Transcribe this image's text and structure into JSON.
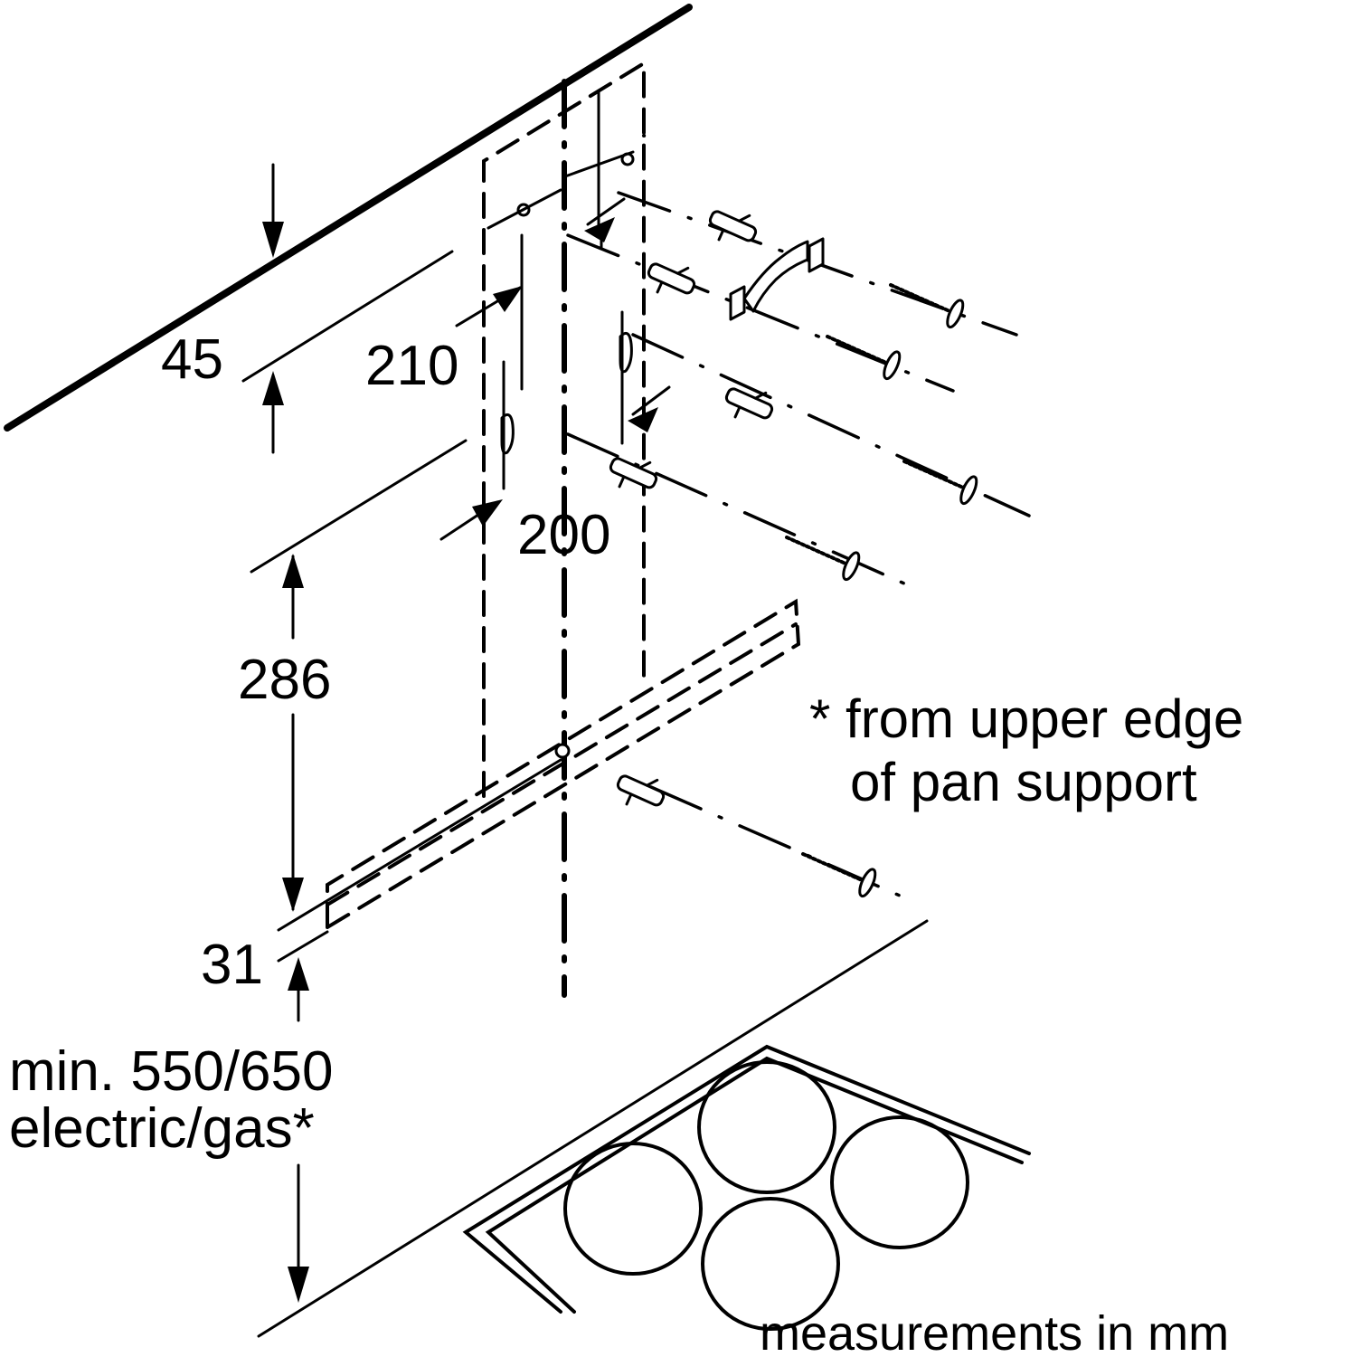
{
  "diagram": {
    "title": "Cooker hood wall mounting dimensions",
    "colors": {
      "line": "#000000",
      "background": "#ffffff"
    },
    "dimensions": {
      "top_offset": "45",
      "bracket_spacing": "210",
      "hole_spacing": "200",
      "vertical_distance": "286",
      "lower_offset": "31"
    },
    "min_height_label": {
      "line1": "min. 550/650",
      "line2": "electric/gas*"
    },
    "footnote": {
      "line1": "* from upper edge",
      "line2": "of pan support"
    },
    "units_note": "measurements in mm",
    "parts": {
      "wall_plugs": 5,
      "screws": 5,
      "mounting_bracket": 1,
      "hob_burners": 4
    }
  }
}
